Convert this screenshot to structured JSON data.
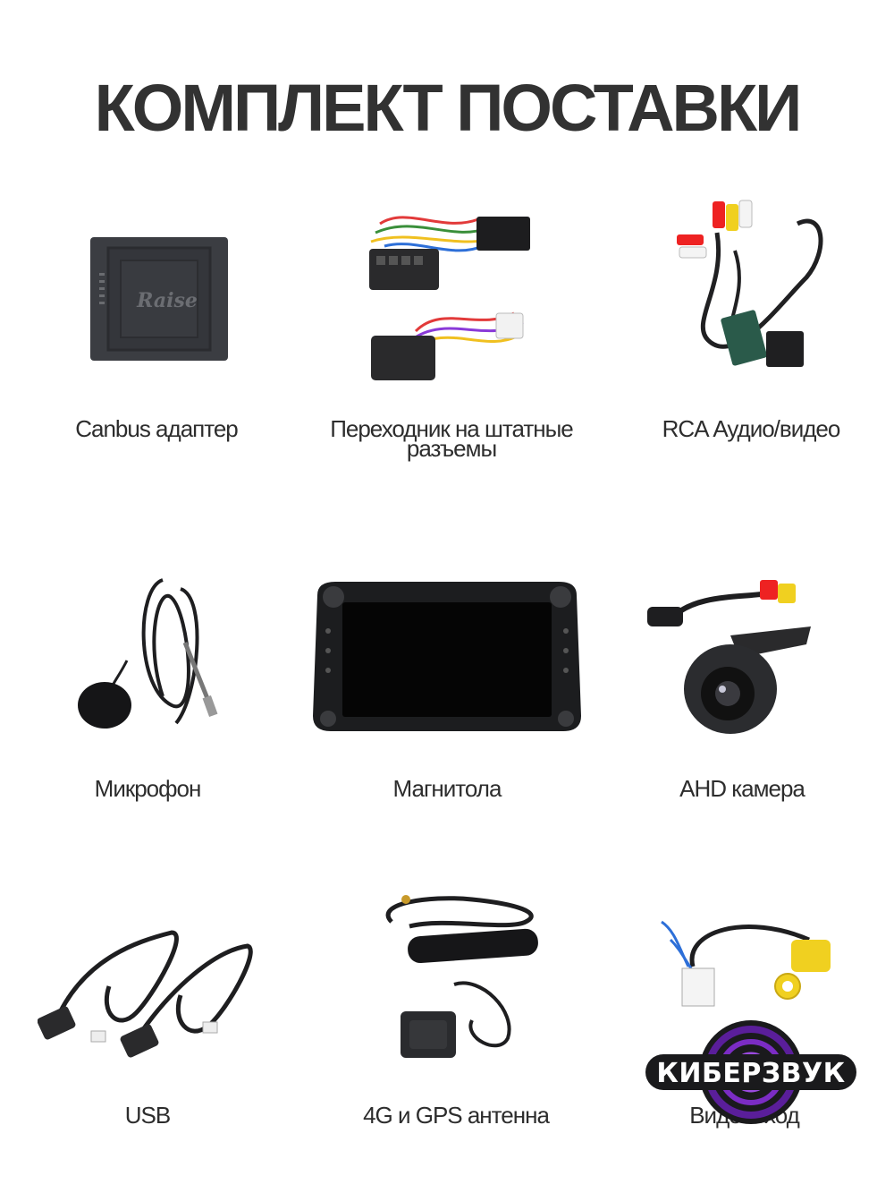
{
  "title": "КОМПЛЕКТ ПОСТАВКИ",
  "items": [
    {
      "caption": "Canbus адаптер",
      "icon": "canbus-adapter-icon"
    },
    {
      "caption": "Переходник на штатные разъемы",
      "icon": "harness-adapter-icon"
    },
    {
      "caption": "RCA Аудио/видео",
      "icon": "rca-cable-icon"
    },
    {
      "caption": "Микрофон",
      "icon": "microphone-icon"
    },
    {
      "caption": "Магнитола",
      "icon": "head-unit-icon"
    },
    {
      "caption": "AHD камера",
      "icon": "ahd-camera-icon"
    },
    {
      "caption": "USB",
      "icon": "usb-cable-icon"
    },
    {
      "caption": "4G и GPS антенна",
      "icon": "antenna-icon"
    },
    {
      "caption": "Видеовход",
      "icon": "video-input-cable-icon"
    }
  ],
  "logo": {
    "text": "КИБЕРЗВУК",
    "device_label": "Raise"
  },
  "colors": {
    "accent": "#7b2cc4",
    "logo_ring": "#5a1e9a",
    "text": "#2d2d2d"
  }
}
